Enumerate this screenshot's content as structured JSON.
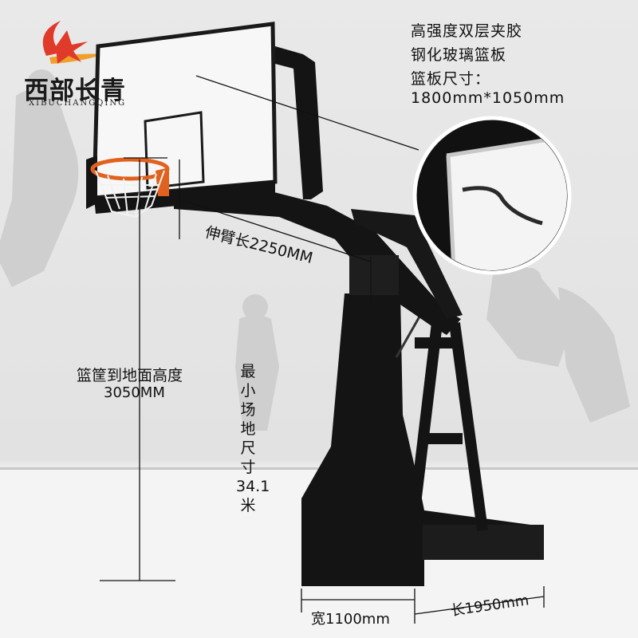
{
  "brand": {
    "name_cn": "西部长青",
    "name_en": "XIBUCHANGQING"
  },
  "backboard_spec": {
    "line1": "高强度双层夹胶",
    "line2": "钢化玻璃篮板",
    "line3": "篮板尺寸：",
    "line4": "1800mm*1050mm"
  },
  "dimensions": {
    "arm_length": "伸臂长2250MM",
    "hoop_height_label": "篮筐到地面高度",
    "hoop_height_value": "3050MM",
    "min_court_chars": [
      "最",
      "小",
      "场",
      "地",
      "尺",
      "寸",
      "34.1",
      "米"
    ],
    "base_width": "宽1100mm",
    "base_length": "长1950mm"
  },
  "colors": {
    "frame": "#141414",
    "rim": "#e0621e",
    "logo_red": "#e03a2a",
    "logo_orange": "#f0a02a",
    "background": "#e6e6e6"
  }
}
